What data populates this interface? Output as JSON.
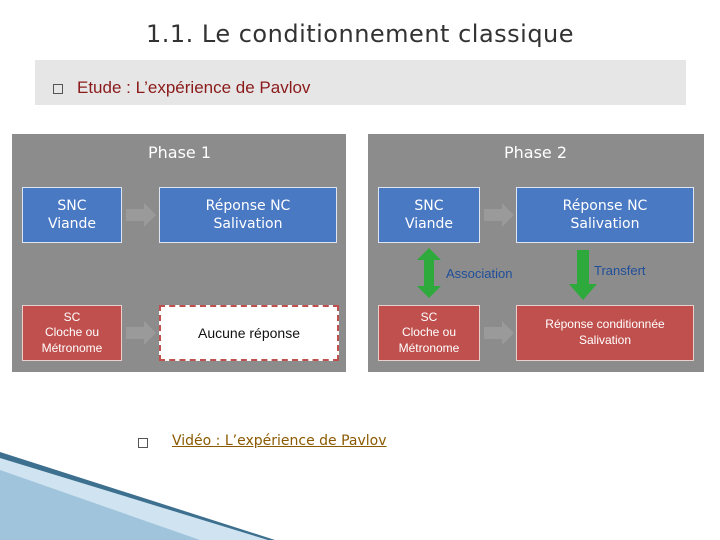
{
  "title": "1.1. Le conditionnement classique",
  "subtitle": "Etude : L’expérience de Pavlov",
  "colors": {
    "blue": "#4a79c4",
    "red": "#c0504d",
    "green": "#2eaa3c",
    "panel": "#8c8c8c"
  },
  "phase1": {
    "label": "Phase 1",
    "snc": "SNC\nViande",
    "rnc": "Réponse NC\nSalivation",
    "sc": "SC\nCloche ou\nMétronome",
    "no_response": "Aucune réponse"
  },
  "phase2": {
    "label": "Phase 2",
    "snc": "SNC\nViande",
    "rnc": "Réponse NC\nSalivation",
    "association": "Association",
    "transfer": "Transfert",
    "sc": "SC\nCloche ou\nMétronome",
    "conditioned": "Réponse conditionnée\nSalivation"
  },
  "video": "Vidéo : L’expérience de Pavlov"
}
